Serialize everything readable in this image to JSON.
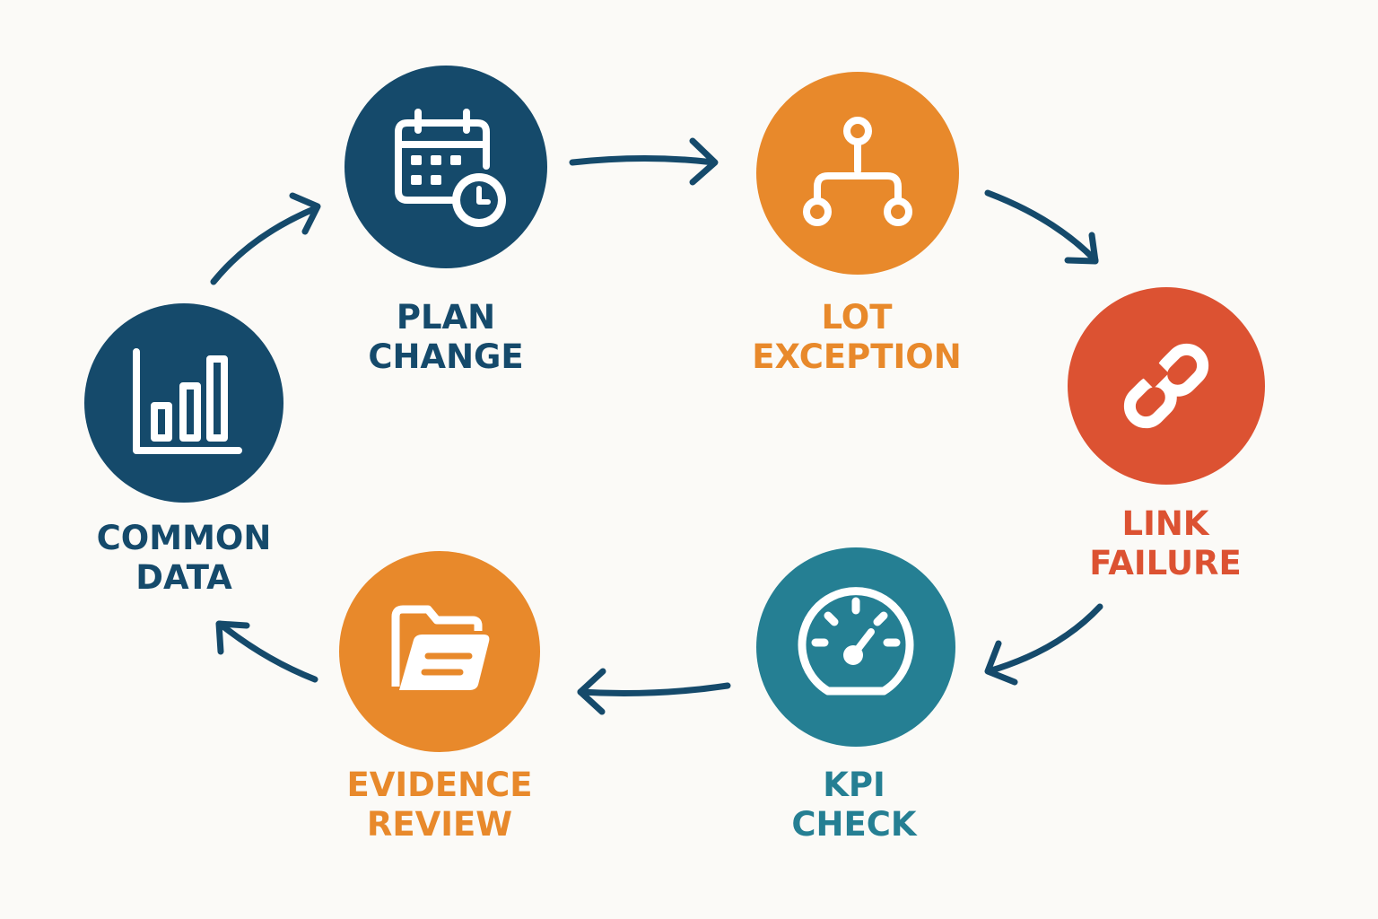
{
  "colors": {
    "navy": "#154a6b",
    "orange": "#e8892b",
    "red": "#dc5232",
    "teal": "#257f93",
    "arrow": "#154a6b",
    "icon": "#ffffff"
  },
  "steps": [
    {
      "id": "plan-change",
      "line1": "PLAN",
      "line2": "CHANGE",
      "icon": "calendar-clock-icon",
      "color": "#154a6b"
    },
    {
      "id": "lot-exception",
      "line1": "LOT",
      "line2": "EXCEPTION",
      "icon": "hierarchy-icon",
      "color": "#e8892b"
    },
    {
      "id": "link-failure",
      "line1": "LINK",
      "line2": "FAILURE",
      "icon": "broken-link-icon",
      "color": "#dc5232"
    },
    {
      "id": "kpi-check",
      "line1": "KPI",
      "line2": "CHECK",
      "icon": "gauge-icon",
      "color": "#257f93"
    },
    {
      "id": "evidence-review",
      "line1": "EVIDENCE",
      "line2": "REVIEW",
      "icon": "folder-icon",
      "color": "#e8892b"
    },
    {
      "id": "common-data",
      "line1": "COMMON",
      "line2": "DATA",
      "icon": "bar-chart-icon",
      "color": "#154a6b"
    }
  ]
}
